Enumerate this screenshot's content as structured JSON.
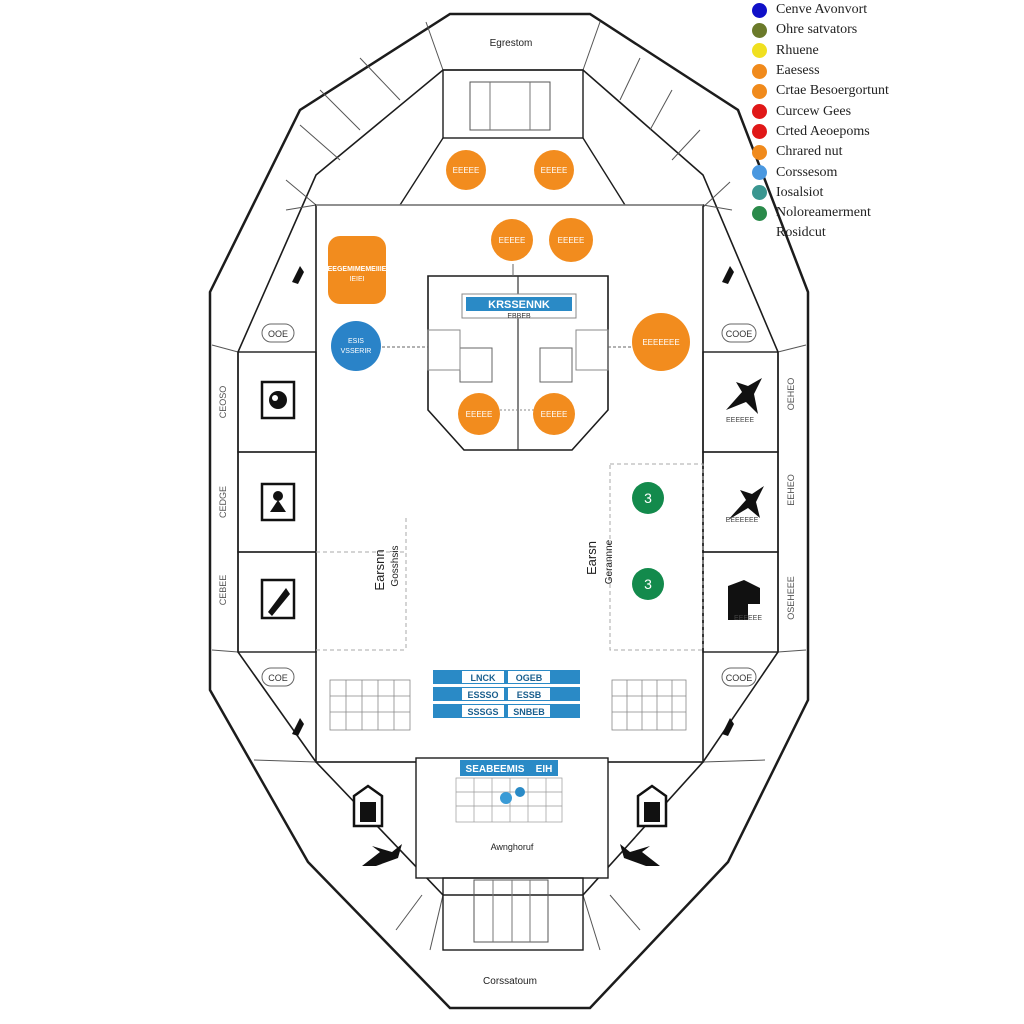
{
  "labels": {
    "top_entrance": "Egrestom",
    "bottom_entrance": "Corssatoum",
    "stage_area": "Awnghoruf",
    "court_title": "KRSSENNK",
    "court_sub": "EBBEB",
    "left_orange_box": "EEGEMIMEMEIIIE",
    "left_orange_box_sub": "IEIEI",
    "left_blue_circle_1": "ESIS",
    "left_blue_circle_2": "VSSERIR",
    "center_text_left_1": "Earsnn",
    "center_text_left_2": "Gosshsis",
    "center_text_right_1": "Earsn",
    "center_text_right_2": "Gerannne",
    "stage_title": "SEABEEMIS",
    "stage_title_b": "EIH"
  },
  "orange_circles": [
    "EEEEE",
    "EEEEE",
    "EEEEE",
    "EEEEE",
    "EEEEEEE",
    "EEEEE",
    "EEEEE"
  ],
  "green_circles": [
    "3",
    "3"
  ],
  "blue_bands": [
    [
      "LNCK",
      "OGEB"
    ],
    [
      "ESSSO",
      "ESSB"
    ],
    [
      "SSSGS",
      "SNBEB"
    ]
  ],
  "side_badges": [
    "OOE",
    "COOE",
    "COE",
    "COOE"
  ],
  "left_wall_labels": [
    "CEOSO",
    "CEDGE",
    "CEBEE"
  ],
  "right_wall_labels": [
    "OEHEO",
    "EEHEO",
    "OSEHEEE"
  ],
  "right_icon_captions": [
    "EEEEEE",
    "EEEEEEE",
    "EEEEEE"
  ],
  "legend": [
    {
      "label": "Cenve Avonvort",
      "color": "#1010c8"
    },
    {
      "label": "Ohre satvators",
      "color": "#6b7a2a"
    },
    {
      "label": "Rhuene",
      "color": "#f0e020"
    },
    {
      "label": "Eaesess",
      "color": "#f08a1c"
    },
    {
      "label": "Crtae Besoergortunt",
      "color": "#f08a1c"
    },
    {
      "label": "Curcew Gees",
      "color": "#e01818"
    },
    {
      "label": "Crted Aeoepoms",
      "color": "#e01818"
    },
    {
      "label": "Chrared nut",
      "color": "#f08a1c"
    },
    {
      "label": "Corssesom",
      "color": "#4a98e0"
    },
    {
      "label": "Iosalsiot",
      "color": "#3a9690"
    },
    {
      "label": "Noloreamerment",
      "color": "#2a8a4a"
    },
    {
      "label": "Rosidcut",
      "color": ""
    }
  ],
  "colors": {
    "orange": "#f28c1e",
    "blue": "#2a83c8",
    "green": "#138a4c",
    "band_blue": "#2a8ac6",
    "outline": "#1c1c1c"
  }
}
